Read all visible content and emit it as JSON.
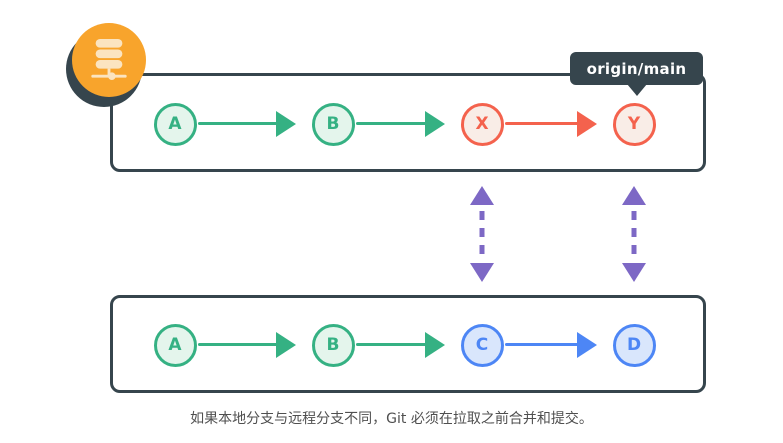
{
  "colors": {
    "green": "#35b183",
    "green_fill": "#e4f5ec",
    "red": "#f4624d",
    "red_fill": "#f9ede7",
    "blue": "#4d86f5",
    "blue_fill": "#d9e6fc",
    "purple": "#7d68c5",
    "dark": "#36454d",
    "orange": "#f8a42c",
    "icon_cream": "#fbe4c0",
    "caption_color": "#4f4f4f"
  },
  "remote_branch": {
    "badge_label": "origin/main",
    "server_icon": "server-stack-icon",
    "commits": [
      {
        "id": "A",
        "type": "green"
      },
      {
        "id": "B",
        "type": "green"
      },
      {
        "id": "X",
        "type": "red"
      },
      {
        "id": "Y",
        "type": "red"
      }
    ]
  },
  "local_branch": {
    "commits": [
      {
        "id": "A",
        "type": "green"
      },
      {
        "id": "B",
        "type": "green"
      },
      {
        "id": "C",
        "type": "blue"
      },
      {
        "id": "D",
        "type": "blue"
      }
    ]
  },
  "sync_arrows": [
    {
      "between": "X-C",
      "style": "dashed-double-headed"
    },
    {
      "between": "Y-D",
      "style": "dashed-double-headed"
    }
  ],
  "caption": "如果本地分支与远程分支不同，Git 必须在拉取之前合并和提交。"
}
